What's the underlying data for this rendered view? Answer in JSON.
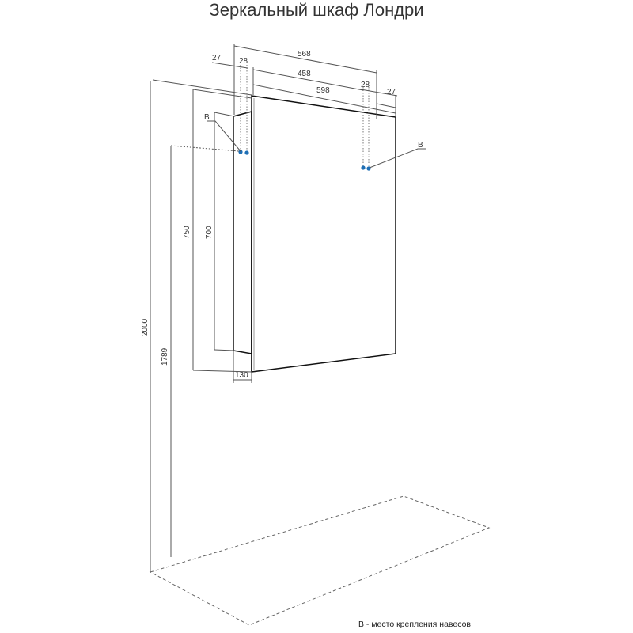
{
  "title": "Зеркальный шкаф Лондри",
  "legend": "В - место крепления навесов",
  "colors": {
    "mount_point": "#1f6fb5",
    "outline": "#111111",
    "dimension": "#555555"
  },
  "labels": {
    "w568": "568",
    "w458": "458",
    "w598": "598",
    "left27": "27",
    "left28": "28",
    "right28": "28",
    "right27": "27",
    "h2000": "2000",
    "h1789": "1789",
    "h750": "750",
    "h700": "700",
    "d130": "130",
    "markLeft": "В",
    "markRight": "В"
  }
}
